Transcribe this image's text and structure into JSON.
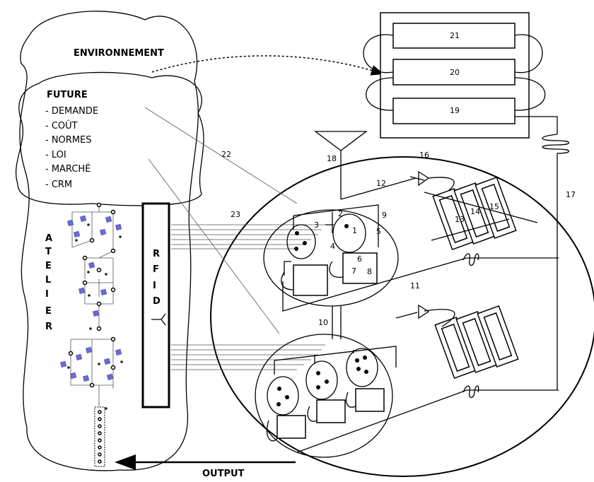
{
  "environment": {
    "title": "ENVIRONNEMENT",
    "future_title": "FUTURE",
    "future_items": [
      "- DEMANDE",
      "- COÛT",
      "- NORMES",
      "- LOI",
      "- MARCHÉ",
      "- CRM"
    ]
  },
  "atelier": {
    "letters": [
      "A",
      "T",
      "E",
      "L",
      "I",
      "E",
      "R"
    ]
  },
  "rfid": {
    "letters": [
      "R",
      "F",
      "I",
      "D"
    ]
  },
  "output_label": "OUTPUT",
  "system_boxes": [
    "21",
    "20",
    "19"
  ],
  "numbers": {
    "n1": "1",
    "n2": "2",
    "n3": "3",
    "n4": "4",
    "n5": "5",
    "n6": "6",
    "n7": "7",
    "n8": "8",
    "n9": "9",
    "n10": "10",
    "n11": "11",
    "n12": "12",
    "n13": "13",
    "n14": "14",
    "n15": "15",
    "n16": "16",
    "n17": "17",
    "n18": "18",
    "n22": "22",
    "n23": "23"
  }
}
